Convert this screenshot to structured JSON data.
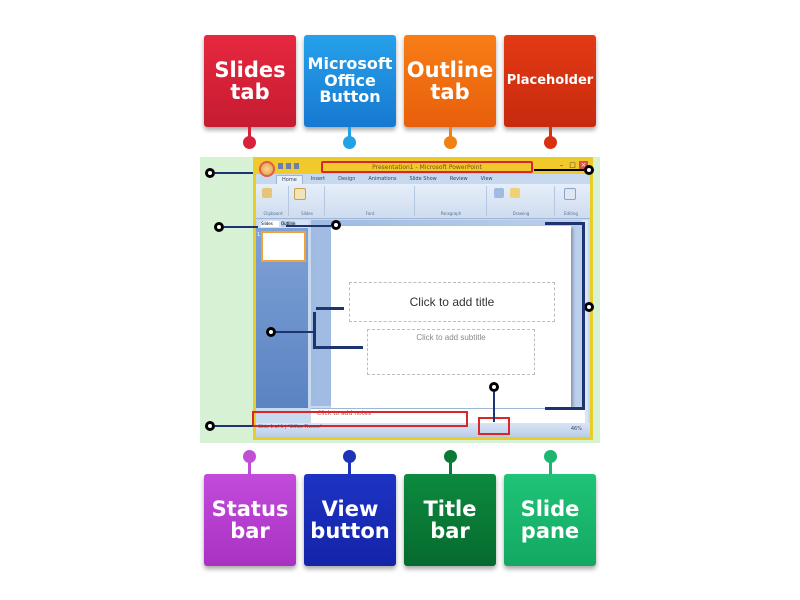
{
  "top_labels": [
    {
      "id": "slides-tab",
      "lines": [
        "Slides",
        "tab"
      ],
      "color": "#d9213a",
      "dot": "#d9213a"
    },
    {
      "id": "office-button",
      "lines": [
        "Microsoft",
        "Office",
        "Button"
      ],
      "color": "#1f8fe0",
      "dot": "#23a1e6"
    },
    {
      "id": "outline-tab",
      "lines": [
        "Outline",
        "tab"
      ],
      "color": "#f06a10",
      "dot": "#f07f14"
    },
    {
      "id": "placeholder",
      "lines": [
        "Placeholder"
      ],
      "color": "#d8310f",
      "dot": "#d8310f"
    }
  ],
  "bottom_labels": [
    {
      "id": "status-bar",
      "lines": [
        "Status",
        "bar"
      ],
      "color": "#b63ed0",
      "dot": "#c04fd6"
    },
    {
      "id": "view-button",
      "lines": [
        "View",
        "button"
      ],
      "color": "#1b2db8",
      "dot": "#1f33b8"
    },
    {
      "id": "title-bar",
      "lines": [
        "Title",
        "bar"
      ],
      "color": "#0a7a37",
      "dot": "#0a7a37"
    },
    {
      "id": "slide-pane",
      "lines": [
        "Slide",
        "pane"
      ],
      "color": "#19b66c",
      "dot": "#1cb670"
    }
  ],
  "screenshot": {
    "window_title": "Presentation1 - Microsoft PowerPoint",
    "ribbon_tabs": [
      "Home",
      "Insert",
      "Design",
      "Animations",
      "Slide Show",
      "Review",
      "View"
    ],
    "ribbon_groups": [
      "Clipboard",
      "Slides",
      "Font",
      "Paragraph",
      "Drawing",
      "Editing"
    ],
    "pane_tabs": [
      "Slides",
      "Outline"
    ],
    "slide_number": "1",
    "title_placeholder": "Click to add title",
    "subtitle_placeholder": "Click to add subtitle",
    "notes_placeholder": "Click to add notes",
    "status": "Slide 1 of 1 | \"Office Theme\"",
    "zoom": "46%"
  }
}
